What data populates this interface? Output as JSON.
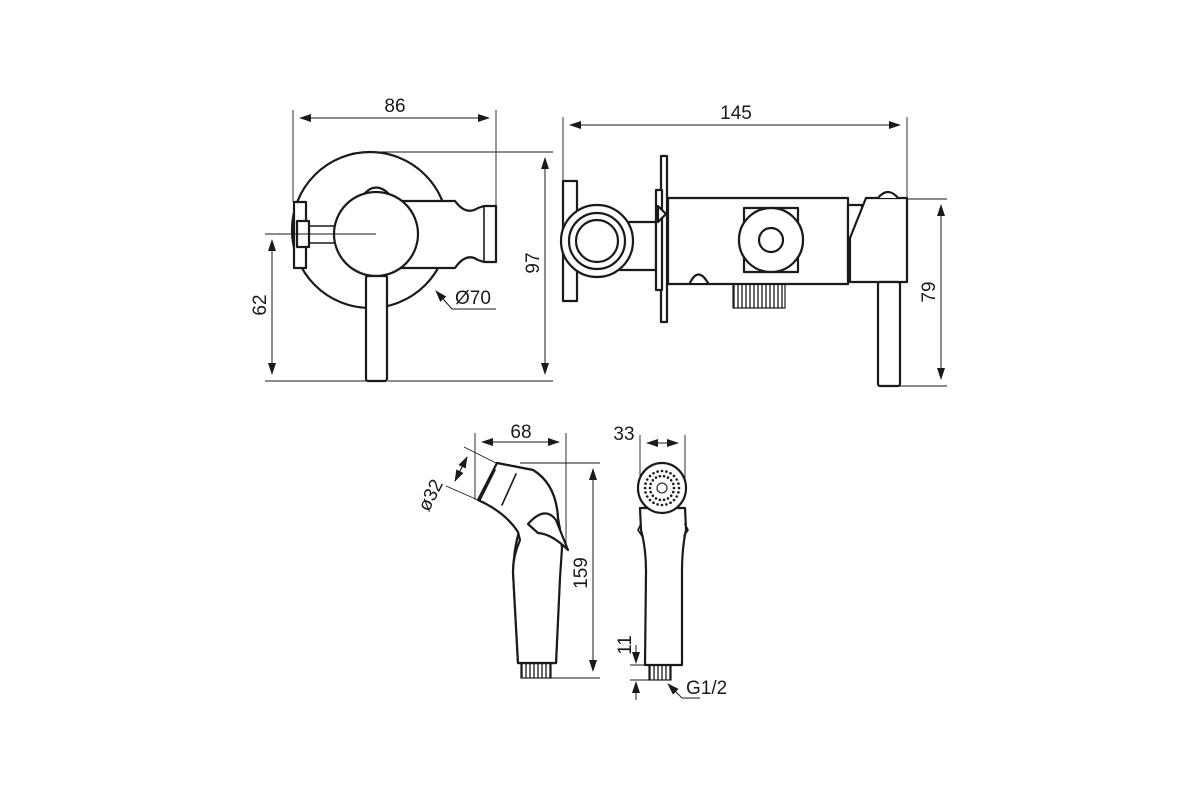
{
  "dimensions": {
    "front_width": "86",
    "front_height": "97",
    "front_lever": "62",
    "front_diameter": "Ø70",
    "side_length": "145",
    "side_height": "79",
    "shower_length": "68",
    "shower_diameter": "ø32",
    "shower_height": "159",
    "shower_side_width": "33",
    "shower_thread_height": "11",
    "shower_thread": "G1/2"
  },
  "colors": {
    "line": "#1a1a1a",
    "background": "#ffffff"
  }
}
